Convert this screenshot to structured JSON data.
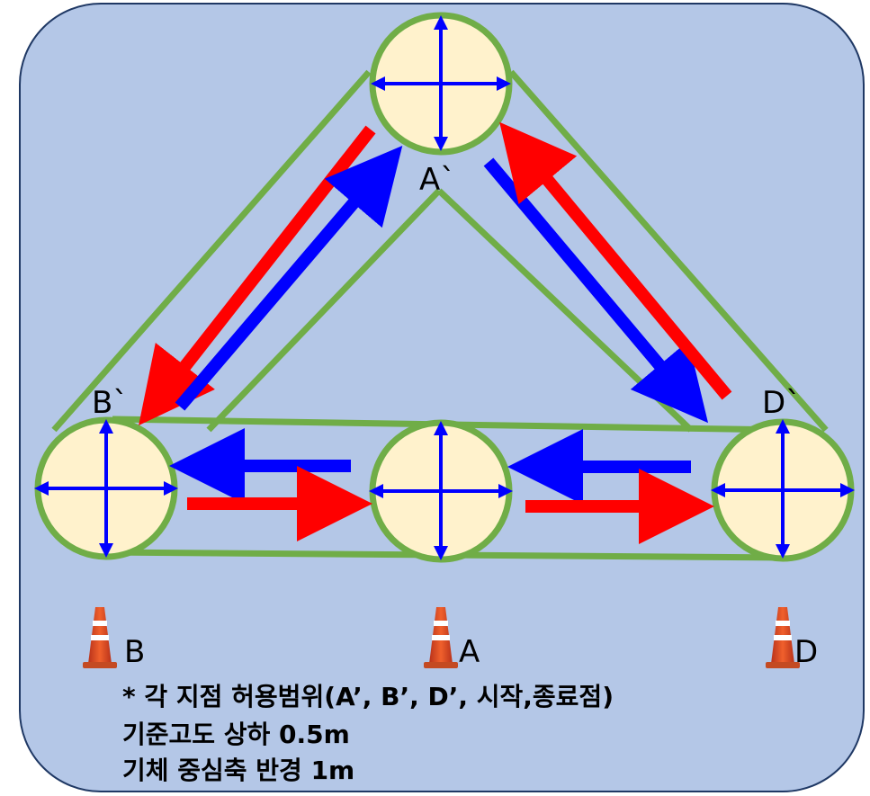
{
  "points": {
    "a_prime": "A`",
    "b_prime": "B`",
    "d_prime": "D`"
  },
  "cones": {
    "b": "B",
    "a": "A",
    "d": "D"
  },
  "notes": [
    "* 각 지점 허용범위(A’, B’, D’, 시작,종료점)",
    "기준고도 상하 0.5m",
    "기체 중심축 반경 1m"
  ],
  "colors": {
    "background": "#b4c7e7",
    "border": "#1f3864",
    "track": "#70ad47",
    "zone_fill": "#fff2cc",
    "forward_arrow": "#ff0000",
    "return_arrow": "#0000ff",
    "cone": "#e8501f"
  }
}
